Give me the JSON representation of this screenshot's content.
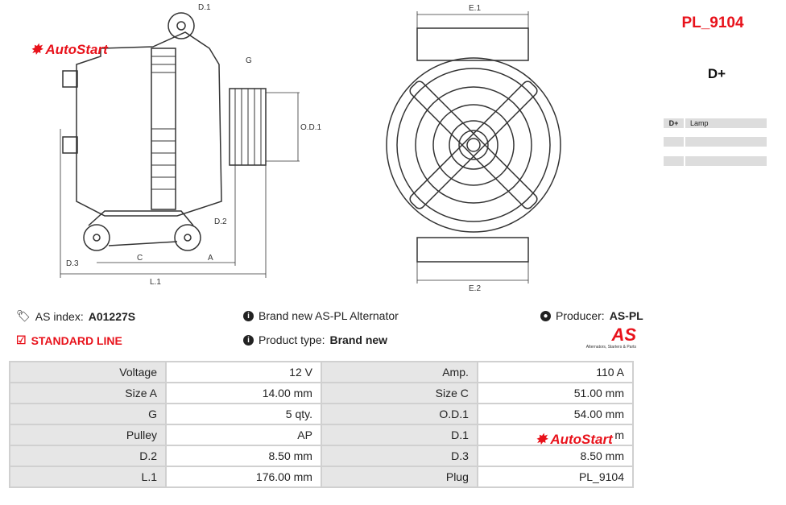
{
  "watermark": "AutoStart",
  "drawing_labels": {
    "d1": "D.1",
    "d2": "D.2",
    "d3": "D.3",
    "g": "G",
    "od1": "O.D.1",
    "c": "C",
    "a": "A",
    "l1": "L.1",
    "e1": "E.1",
    "e2": "E.2"
  },
  "plug": {
    "code": "PL_9104",
    "terminal": "D+",
    "rows": [
      {
        "key": "D+",
        "value": "Lamp"
      },
      {
        "key": "",
        "value": ""
      },
      {
        "key": "",
        "value": ""
      }
    ]
  },
  "info": {
    "as_index_label": "AS index:",
    "as_index": "A01227S",
    "line": "STANDARD LINE",
    "description": "Brand new AS-PL Alternator",
    "product_type_label": "Product type:",
    "product_type": "Brand new",
    "producer_label": "Producer:",
    "producer": "AS-PL",
    "logo_text": "AS",
    "logo_tagline": "Alternators, Starters & Parts"
  },
  "specs": [
    {
      "l1": "Voltage",
      "v1": "12 V",
      "l2": "Amp.",
      "v2": "110 A"
    },
    {
      "l1": "Size A",
      "v1": "14.00 mm",
      "l2": "Size C",
      "v2": "51.00 mm"
    },
    {
      "l1": "G",
      "v1": "5 qty.",
      "l2": "O.D.1",
      "v2": "54.00 mm"
    },
    {
      "l1": "Pulley",
      "v1": "AP",
      "l2": "D.1",
      "v2": "m"
    },
    {
      "l1": "D.2",
      "v1": "8.50 mm",
      "l2": "D.3",
      "v2": "8.50 mm"
    },
    {
      "l1": "L.1",
      "v1": "176.00 mm",
      "l2": "Plug",
      "v2": "PL_9104"
    }
  ]
}
